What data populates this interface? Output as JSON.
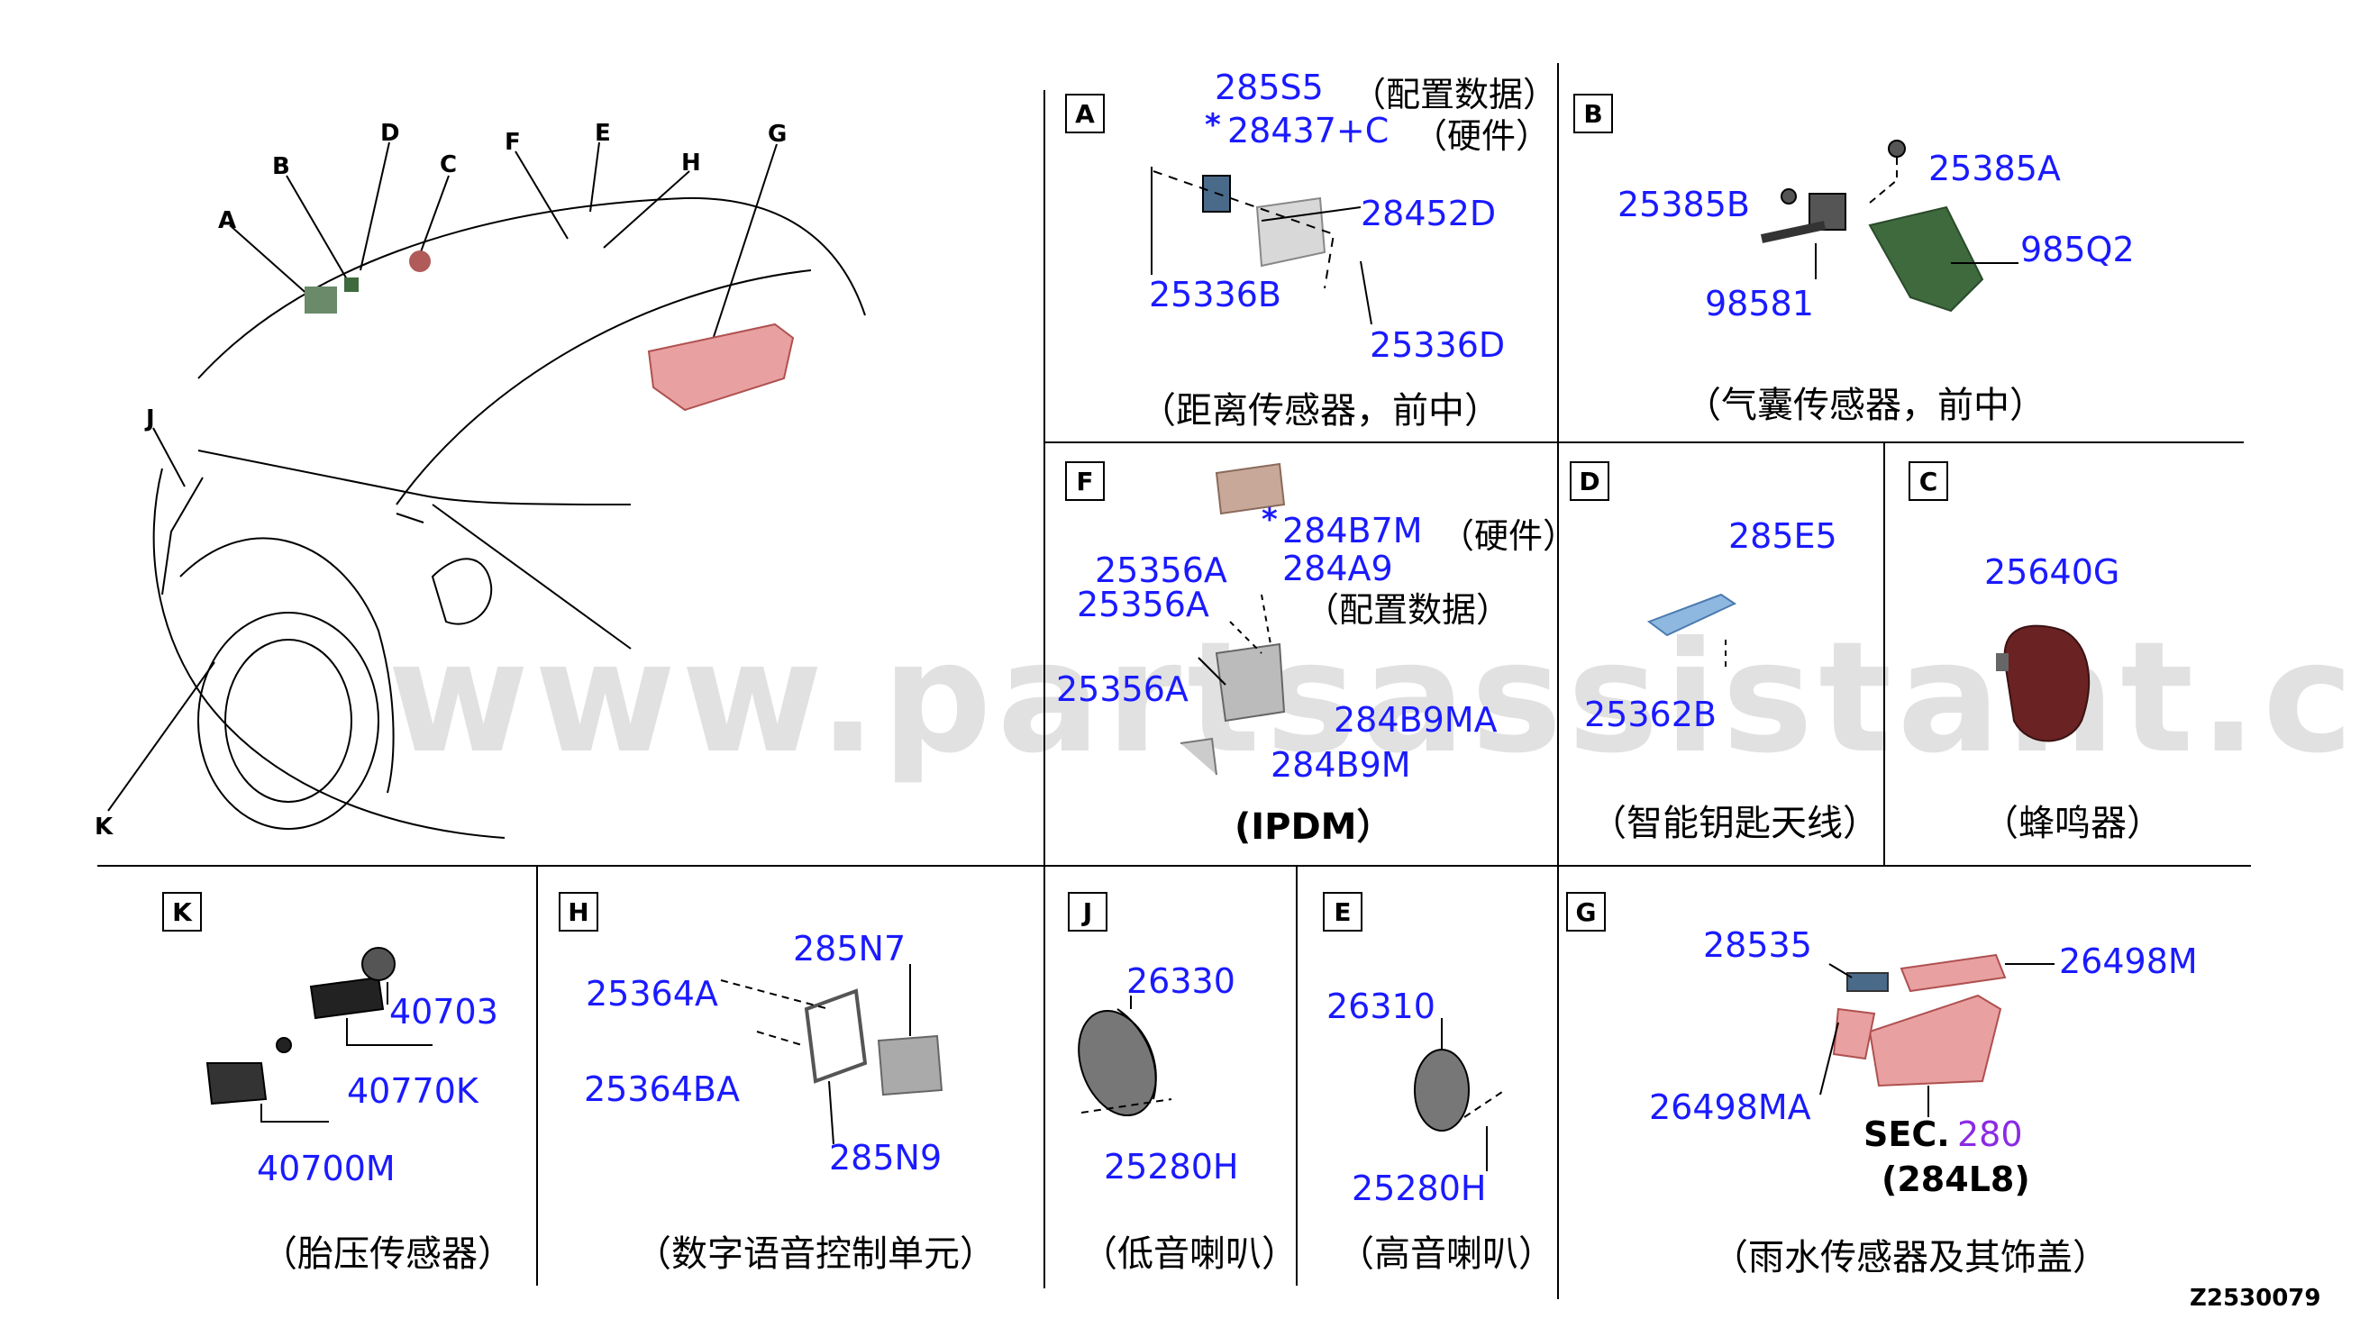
{
  "watermark": "www.partsassistant.com",
  "diagram_code": "Z2530079",
  "overview": {
    "labels": [
      "A",
      "B",
      "C",
      "D",
      "E",
      "F",
      "G",
      "H",
      "J",
      "K"
    ]
  },
  "panels": {
    "A": {
      "box": "A",
      "caption": "（距离传感器，前中）",
      "parts": [
        "285S5",
        "28437+C",
        "28452D",
        "25336B",
        "25336D"
      ],
      "notes": [
        "（配置数据）",
        "（硬件）"
      ],
      "star": "*"
    },
    "B": {
      "box": "B",
      "caption": "（气囊传感器，前中）",
      "parts": [
        "25385A",
        "25385B",
        "985Q2",
        "98581"
      ]
    },
    "F": {
      "box": "F",
      "caption": "(IPDM）",
      "parts": [
        "284B7M",
        "284A9",
        "25356A",
        "25356A",
        "25356A",
        "284B9MA",
        "284B9M"
      ],
      "notes": [
        "（硬件）",
        "（配置数据）"
      ],
      "star": "*"
    },
    "D": {
      "box": "D",
      "caption": "（智能钥匙天线）",
      "parts": [
        "285E5",
        "25362B"
      ]
    },
    "C": {
      "box": "C",
      "caption": "（蜂鸣器）",
      "parts": [
        "25640G"
      ]
    },
    "K": {
      "box": "K",
      "caption": "（胎压传感器）",
      "parts": [
        "40703",
        "40770K",
        "40700M"
      ]
    },
    "H": {
      "box": "H",
      "caption": "（数字语音控制单元）",
      "parts": [
        "285N7",
        "25364A",
        "25364BA",
        "285N9"
      ]
    },
    "J": {
      "box": "J",
      "caption": "（低音喇叭）",
      "parts": [
        "26330",
        "25280H"
      ]
    },
    "E": {
      "box": "E",
      "caption": "（高音喇叭）",
      "parts": [
        "26310",
        "25280H"
      ]
    },
    "G": {
      "box": "G",
      "caption": "（雨水传感器及其饰盖）",
      "parts": [
        "28535",
        "26498M",
        "26498MA",
        "280"
      ],
      "sec_prefix": "SEC.",
      "sec_sub": "(284L8)"
    }
  },
  "colors": {
    "part_number": "#1a1aff",
    "sec_ref": "#8a2be2",
    "highlight_red": "#e8a0a0",
    "antenna_blue": "#8fb8e0",
    "buzzer": "#7a2a2a",
    "bracket_green": "#3e6a3e"
  }
}
